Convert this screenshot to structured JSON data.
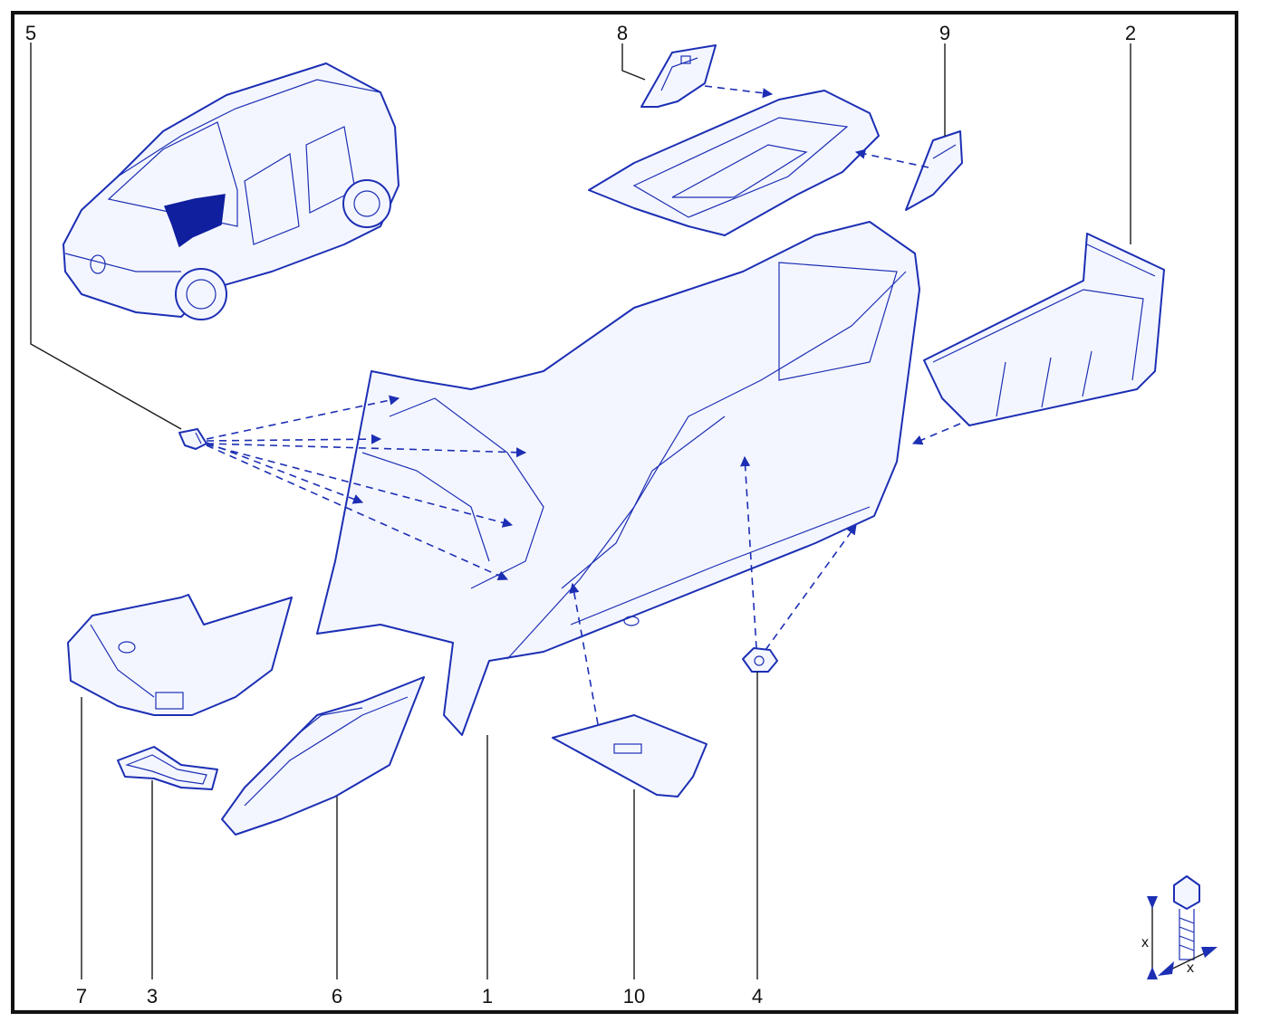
{
  "diagram": {
    "callouts": [
      {
        "id": "5",
        "label": "5"
      },
      {
        "id": "8",
        "label": "8"
      },
      {
        "id": "9",
        "label": "9"
      },
      {
        "id": "2",
        "label": "2"
      },
      {
        "id": "7",
        "label": "7"
      },
      {
        "id": "3",
        "label": "3"
      },
      {
        "id": "6",
        "label": "6"
      },
      {
        "id": "1",
        "label": "1"
      },
      {
        "id": "10",
        "label": "10"
      },
      {
        "id": "4",
        "label": "4"
      }
    ],
    "fastener_legend": {
      "length_mark": "x",
      "width_mark": "x"
    },
    "colors": {
      "line": "#1c2fb4",
      "fill": "#f4f6ff",
      "accent": "#0f1f9e",
      "frame": "#111111"
    }
  }
}
